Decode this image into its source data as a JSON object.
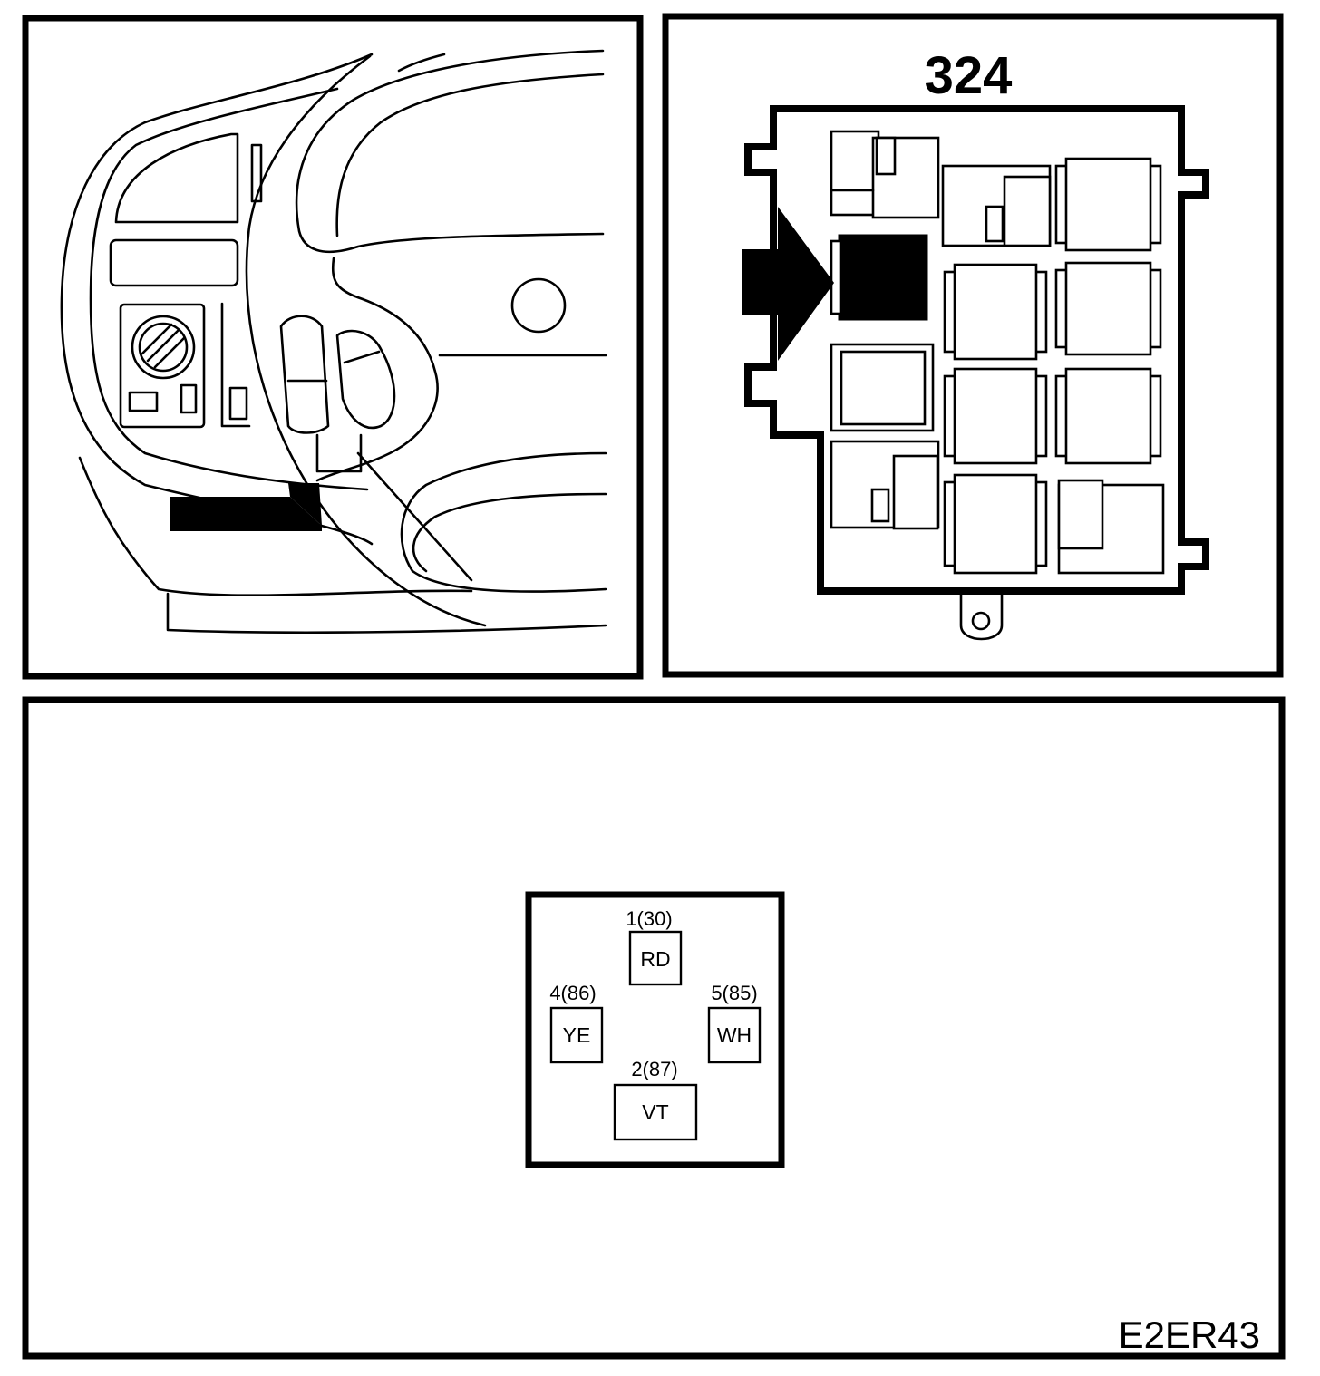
{
  "relay_box": {
    "title": "324"
  },
  "connector": {
    "pins": [
      {
        "label": "1(30)",
        "wire": "RD"
      },
      {
        "label": "4(86)",
        "wire": "YE"
      },
      {
        "label": "5(85)",
        "wire": "WH"
      },
      {
        "label": "2(87)",
        "wire": "VT"
      }
    ]
  },
  "reference": "E2ER43"
}
